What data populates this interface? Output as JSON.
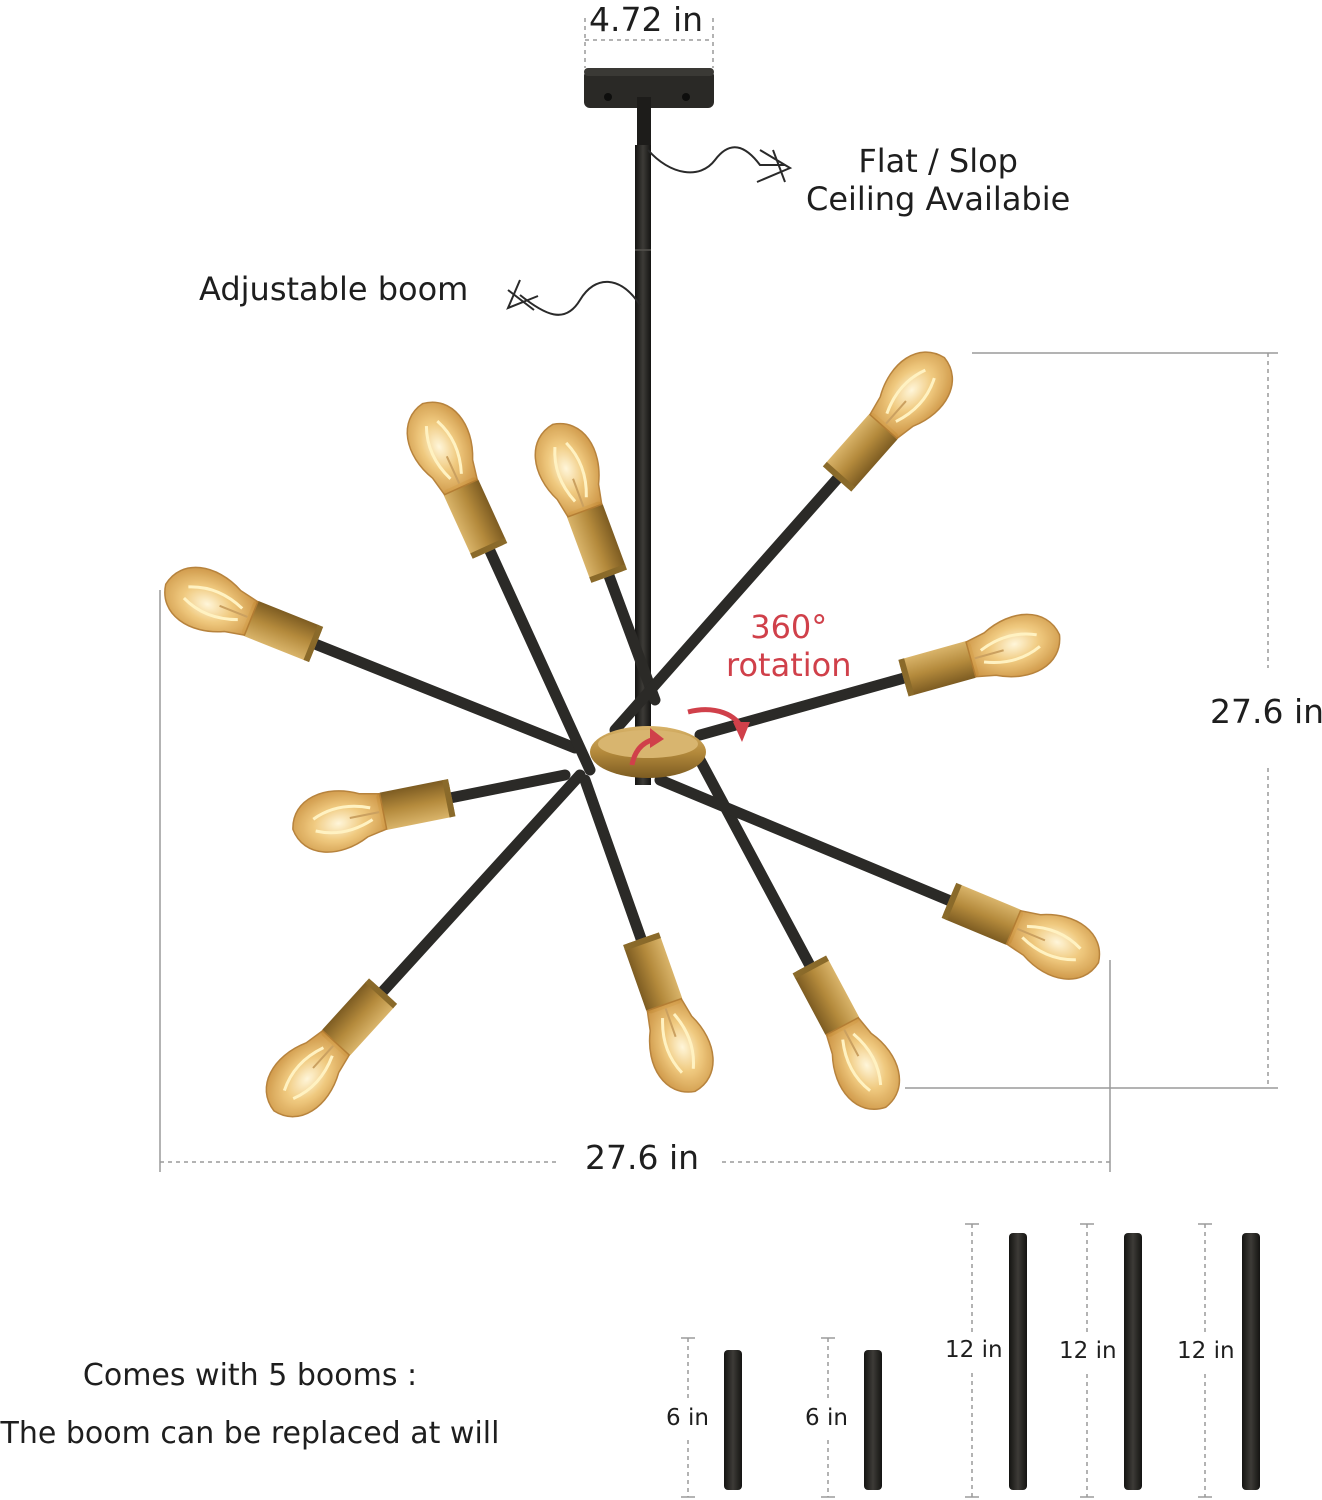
{
  "dimensions": {
    "canopy_width": "4.72 in",
    "height": "27.6 in",
    "width": "27.6 in"
  },
  "callouts": {
    "ceiling_line1": "Flat / Slop",
    "ceiling_line2": "Ceiling Availabie",
    "boom": "Adjustable boom",
    "rotation_line1": "360°",
    "rotation_line2": "rotation"
  },
  "booms_note": {
    "line1": "Comes with 5 booms :",
    "line2": "The boom can be replaced at will"
  },
  "booms": [
    {
      "length": "6 in"
    },
    {
      "length": "6 in"
    },
    {
      "length": "12 in"
    },
    {
      "length": "12 in"
    },
    {
      "length": "12 in"
    }
  ],
  "colors": {
    "rod": "#2b2a27",
    "brass": "#b48a3c",
    "bulb_glass": "#e8b765",
    "filament": "#fff2c2",
    "rotation_accent": "#d0404a",
    "dimension_line": "#9a9a9a"
  }
}
